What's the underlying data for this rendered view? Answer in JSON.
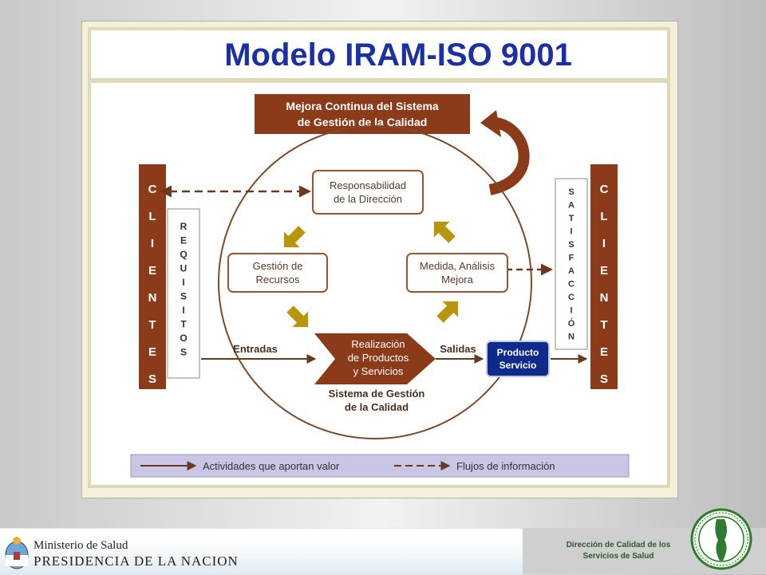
{
  "title": "Modelo IRAM-ISO 9001",
  "mejora": {
    "line1": "Mejora Continua del Sistema",
    "line2": "de Gestión de la Calidad"
  },
  "clientes_left": [
    "C",
    "L",
    "I",
    "E",
    "N",
    "T",
    "E",
    "S"
  ],
  "clientes_right": [
    "C",
    "L",
    "I",
    "E",
    "N",
    "T",
    "E",
    "S"
  ],
  "requisitos": [
    "R",
    "E",
    "Q",
    "U",
    "I",
    "S",
    "I",
    "T",
    "O",
    "S"
  ],
  "satisfaccion": [
    "S",
    "A",
    "T",
    "I",
    "S",
    "F",
    "A",
    "C",
    "C",
    "I",
    "Ó",
    "N"
  ],
  "responsabilidad": {
    "line1": "Responsabilidad",
    "line2": "de la Dirección"
  },
  "gestion_recursos": {
    "line1": "Gestión de",
    "line2": "Recursos"
  },
  "medida": {
    "line1": "Medida, Análisis",
    "line2": "Mejora"
  },
  "realizacion": {
    "line1": "Realización",
    "line2": "de Productos",
    "line3": "y Servicios"
  },
  "entradas": "Entradas",
  "salidas": "Salidas",
  "producto": {
    "line1": "Producto",
    "line2": "Servicio"
  },
  "sistema": {
    "line1": "Sistema de Gestión",
    "line2": "de la Calidad"
  },
  "legend": {
    "solid": "Actividades que aportan valor",
    "dashed": "Flujos de información"
  },
  "footer": {
    "ministry": "Ministerio de Salud",
    "presidency": "PRESIDENCIA DE LA NACION",
    "direction_line1": "Dirección de Calidad de los",
    "direction_line2": "Servicios de Salud"
  },
  "colors": {
    "title": "#1c2fa3",
    "brown": "#8b3a1a",
    "box_border": "#a0522d",
    "gold_arrow": "#b8960c",
    "producto_fill": "#0e2a8a",
    "legend_band": "#c8c6e4",
    "frame": "#f4f0dc"
  }
}
